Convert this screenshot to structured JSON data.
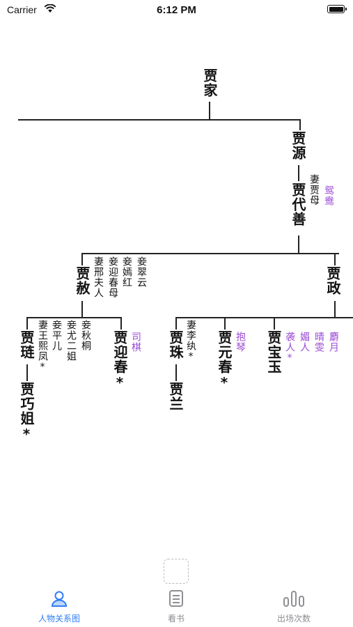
{
  "status_bar": {
    "carrier": "Carrier",
    "time": "6:12 PM"
  },
  "tree": {
    "root": "贾家",
    "jia_yuan": "贾源",
    "jia_daishan": "贾代善",
    "jia_mu": "妻贾母",
    "yuanyang": "鸳鸯",
    "jia_she": "贾赦",
    "she_wife": "妻邢夫人",
    "she_concubine1": "妾迎春母",
    "she_concubine2": "妾嫣红",
    "she_concubine3": "妾翠云",
    "jia_zheng": "贾政",
    "jia_lian": "贾琏",
    "lian_wife": "妻王熙凤*",
    "lian_concubine1": "妾平儿",
    "lian_concubine2": "妾尤二姐",
    "lian_concubine3": "妾秋桐",
    "jia_qiaojie": "贾巧姐*",
    "jia_yingchun": "贾迎春*",
    "siqi": "司棋",
    "jia_zhu": "贾珠",
    "zhu_wife": "妻李纨*",
    "jia_lan": "贾兰",
    "jia_yuanchun": "贾元春*",
    "baoqin": "抱琴",
    "jia_baoyu": "贾宝玉",
    "xiren": "袭人*",
    "meiren": "媚人",
    "qingwen": "晴雯",
    "sheyue": "麝月"
  },
  "tabs": [
    {
      "label": "人物关系图",
      "icon": "person-icon",
      "active": true
    },
    {
      "label": "看书",
      "icon": "book-icon",
      "active": false
    },
    {
      "label": "出场次数",
      "icon": "bar-chart-icon",
      "active": false
    }
  ]
}
